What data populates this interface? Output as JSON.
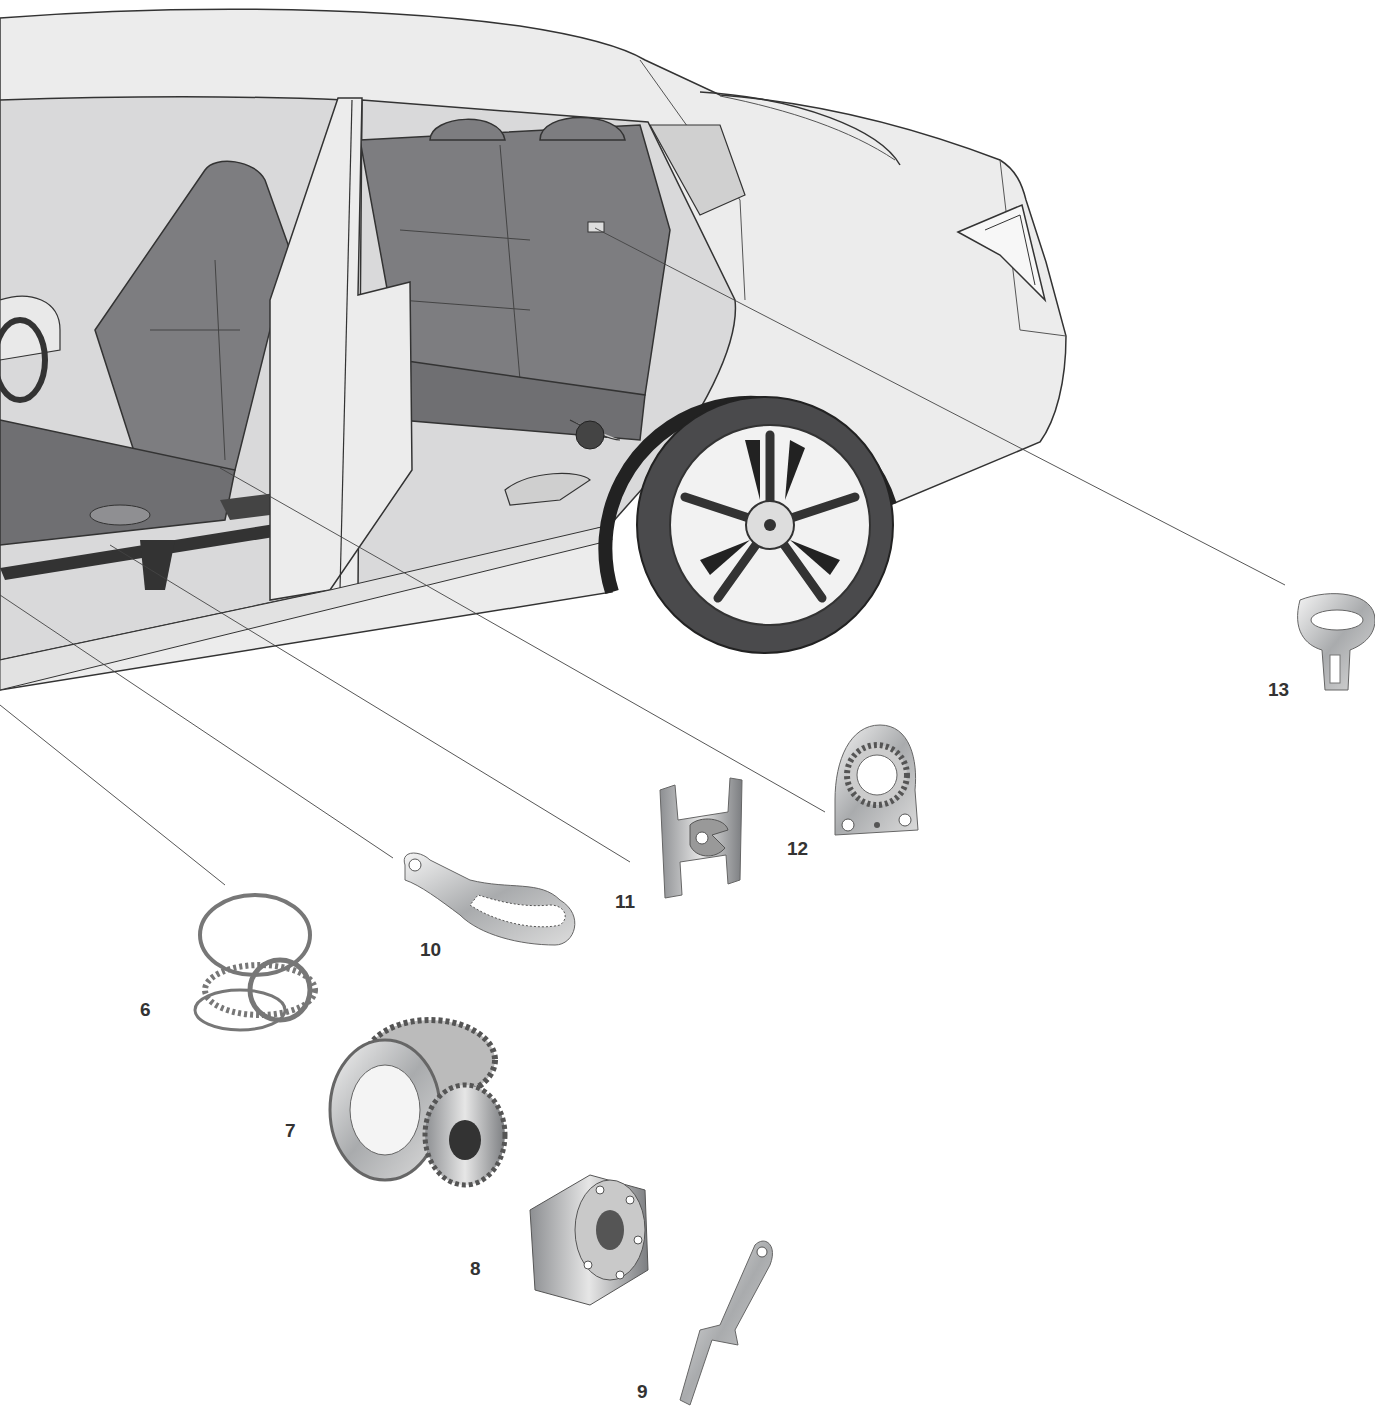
{
  "diagram": {
    "labels": [
      "13",
      "12",
      "11",
      "10",
      "6",
      "7",
      "8",
      "9"
    ]
  }
}
